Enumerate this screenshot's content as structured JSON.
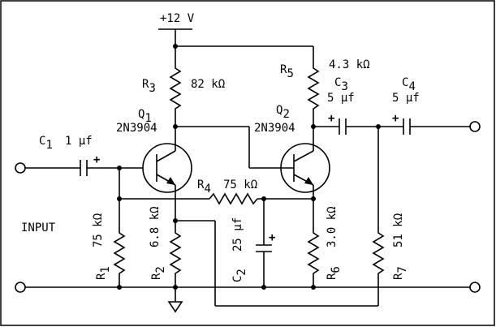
{
  "supply": {
    "label": "+12 V"
  },
  "input_label": "INPUT",
  "components": {
    "C1": {
      "name": "C",
      "sub": "1",
      "value": "1 µf"
    },
    "C2": {
      "name": "C",
      "sub": "2",
      "value": "25 µf"
    },
    "C3": {
      "name": "C",
      "sub": "3",
      "value": "5 µf"
    },
    "C4": {
      "name": "C",
      "sub": "4",
      "value": "5 µf"
    },
    "R1": {
      "name": "R",
      "sub": "1",
      "value": "75 kΩ"
    },
    "R2": {
      "name": "R",
      "sub": "2",
      "value": "6.8 kΩ"
    },
    "R3": {
      "name": "R",
      "sub": "3",
      "value": "82 kΩ"
    },
    "R4": {
      "name": "R",
      "sub": "4",
      "value": "75 kΩ"
    },
    "R5": {
      "name": "R",
      "sub": "5",
      "value": "4.3 kΩ"
    },
    "R6": {
      "name": "R",
      "sub": "6",
      "value": "3.0 kΩ"
    },
    "R7": {
      "name": "R",
      "sub": "7",
      "value": "51 kΩ"
    },
    "Q1": {
      "name": "Q",
      "sub": "1",
      "part": "2N3904"
    },
    "Q2": {
      "name": "Q",
      "sub": "2",
      "part": "2N3904"
    }
  },
  "polarity_mark": "+"
}
